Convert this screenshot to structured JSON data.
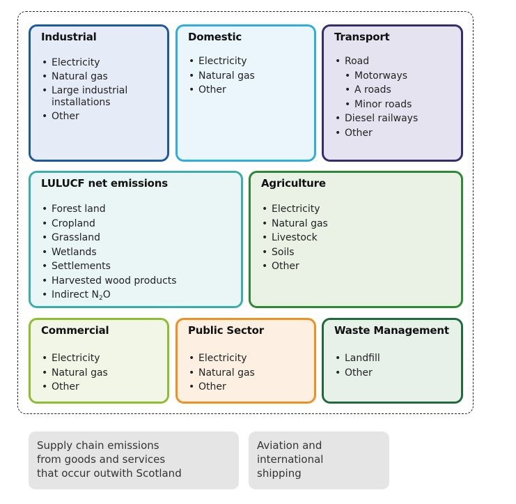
{
  "boxes": {
    "industrial": {
      "title": "Industrial",
      "items": [
        "Electricity",
        "Natural gas",
        "Large industrial installations",
        "Other"
      ]
    },
    "domestic": {
      "title": "Domestic",
      "items": [
        "Electricity",
        "Natural gas",
        "Other"
      ]
    },
    "transport": {
      "title": "Transport",
      "items": [
        "Road",
        "Motorways",
        "A roads",
        "Minor roads",
        "Diesel railways",
        "Other"
      ]
    },
    "lulucf": {
      "title": "LULUCF net emissions",
      "items": [
        "Forest land",
        "Cropland",
        "Grassland",
        "Wetlands",
        "Settlements",
        "Harvested wood products",
        "Indirect N",
        "2",
        "O"
      ]
    },
    "agriculture": {
      "title": "Agriculture",
      "items": [
        "Electricity",
        "Natural gas",
        "Livestock",
        "Soils",
        "Other"
      ]
    },
    "commercial": {
      "title": "Commercial",
      "items": [
        "Electricity",
        "Natural gas",
        "Other"
      ]
    },
    "public_sector": {
      "title": "Public Sector",
      "items": [
        "Electricity",
        "Natural gas",
        "Other"
      ]
    },
    "waste": {
      "title": "Waste Management",
      "items": [
        "Landfill",
        "Other"
      ]
    }
  },
  "outside": {
    "supply_chain": "Supply chain emissions\nfrom goods and services\nthat occur outwith Scotland",
    "aviation": "Aviation and\ninternational\nshipping"
  },
  "colors": {
    "industrial_border": "#1a5aa0",
    "industrial_fill": "#e6ecf7",
    "domestic_border": "#2eaee0",
    "domestic_fill": "#eaf6fc",
    "transport_border": "#372d6e",
    "transport_fill": "#e6e3f0",
    "lulucf_border": "#3aaeae",
    "lulucf_fill": "#eaf6f6",
    "agriculture_border": "#2e8a32",
    "agriculture_fill": "#e9f2e5",
    "commercial_border": "#8cbe2e",
    "commercial_fill": "#f1f6e6",
    "public_border": "#f0901e",
    "public_fill": "#fdf0e2",
    "waste_border": "#1f6a3a",
    "waste_fill": "#e8f0ea",
    "outside_fill": "#e5e5e5"
  }
}
